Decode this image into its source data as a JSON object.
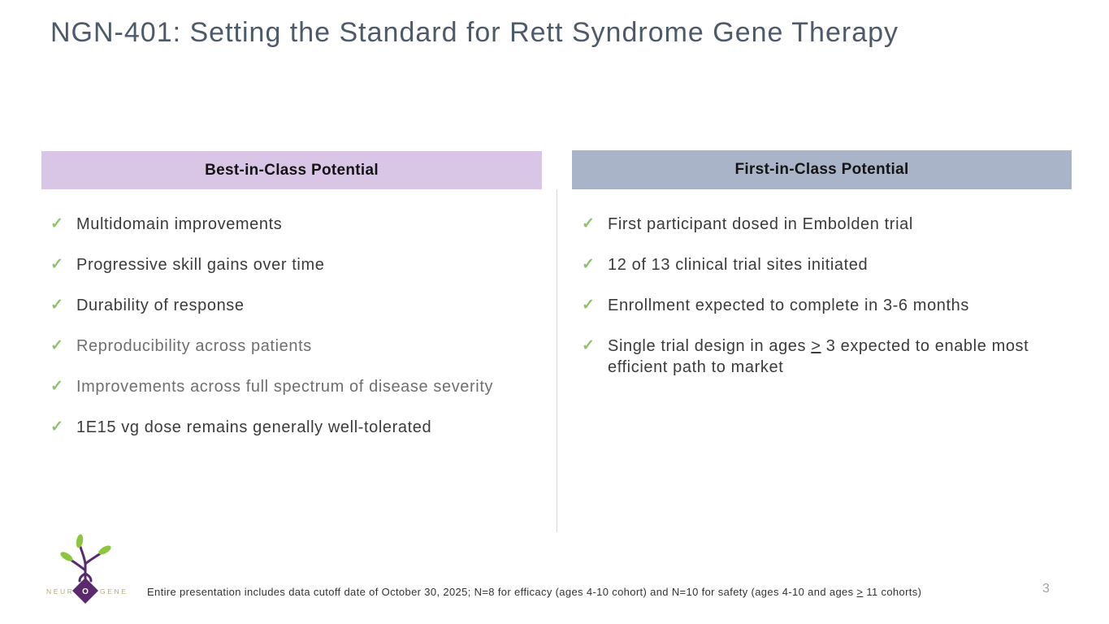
{
  "slide": {
    "title": "NGN-401: Setting the Standard for Rett Syndrome Gene Therapy",
    "page_number": "3"
  },
  "icons": {
    "check": "✓"
  },
  "colors": {
    "title_text": "#4d5a6a",
    "best_in_class_header_bg": "#d9c5e5",
    "first_in_class_header_bg": "#aab4c8",
    "header_text": "#141414",
    "body_text": "#3b3b3b",
    "muted_text": "#6f6f6f",
    "checkmark_green": "#8bc46a",
    "divider": "#d9d9d9",
    "logo_purple": "#5b2a6e",
    "logo_leaf_green": "#8cc63f",
    "logo_letters_olive": "#b3a976",
    "page_number_gray": "#a3a3a3"
  },
  "columns": {
    "left": {
      "header": "Best-in-Class Potential",
      "items": [
        {
          "text": "Multidomain improvements"
        },
        {
          "text": "Progressive skill gains over time"
        },
        {
          "text": "Durability of response"
        },
        {
          "text": "Reproducibility across patients"
        },
        {
          "text": "Improvements across full spectrum of disease severity"
        },
        {
          "text": "1E15 vg dose remains generally well-tolerated"
        }
      ]
    },
    "right": {
      "header": "First-in-Class Potential",
      "items": [
        {
          "text": "First participant dosed in Embolden trial"
        },
        {
          "text": "12 of 13 clinical trial sites initiated"
        },
        {
          "text": "Enrollment expected to complete in 3-6 months"
        },
        {
          "pre": "Single trial design in ages ",
          "geq": ">",
          "post": " 3 expected to enable most efficient path to market"
        }
      ]
    }
  },
  "footer": {
    "logo_left": "NEUR",
    "logo_o": "O",
    "logo_right": "GENE",
    "note_pre": "Entire presentation includes data cutoff date of October 30, 2025; N=8 for efficacy (ages 4-10 cohort) and N=10 for safety (ages 4-10 and ages ",
    "note_geq": ">",
    "note_post": " 11 cohorts)"
  }
}
